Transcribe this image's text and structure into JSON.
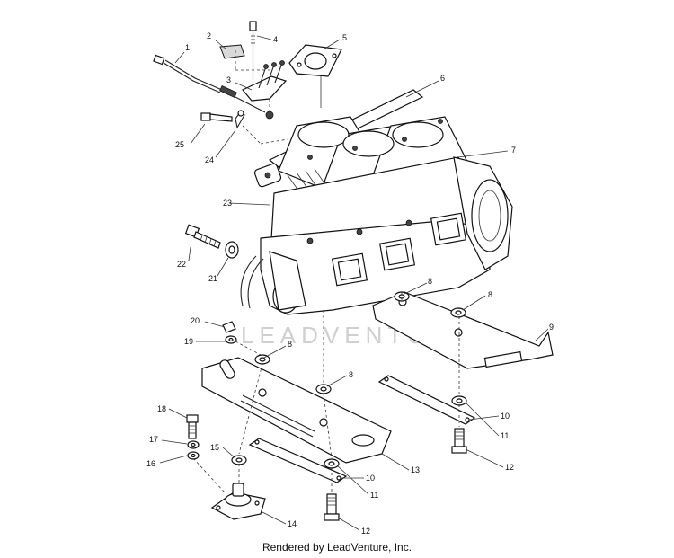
{
  "watermark": "LEADVENTURE",
  "footer": "Rendered by LeadVenture, Inc.",
  "callouts": {
    "c1": "1",
    "c2": "2",
    "c3": "3",
    "c4": "4",
    "c5": "5",
    "c6": "6",
    "c7": "7",
    "c8a": "8",
    "c8b": "8",
    "c8c": "8",
    "c8d": "8",
    "c9": "9",
    "c10a": "10",
    "c10b": "10",
    "c11a": "11",
    "c11b": "11",
    "c12a": "12",
    "c12b": "12",
    "c13": "13",
    "c14": "14",
    "c15": "15",
    "c16": "16",
    "c17": "17",
    "c18": "18",
    "c19": "19",
    "c20": "20",
    "c21": "21",
    "c22": "22",
    "c23": "23",
    "c24": "24",
    "c25": "25"
  }
}
